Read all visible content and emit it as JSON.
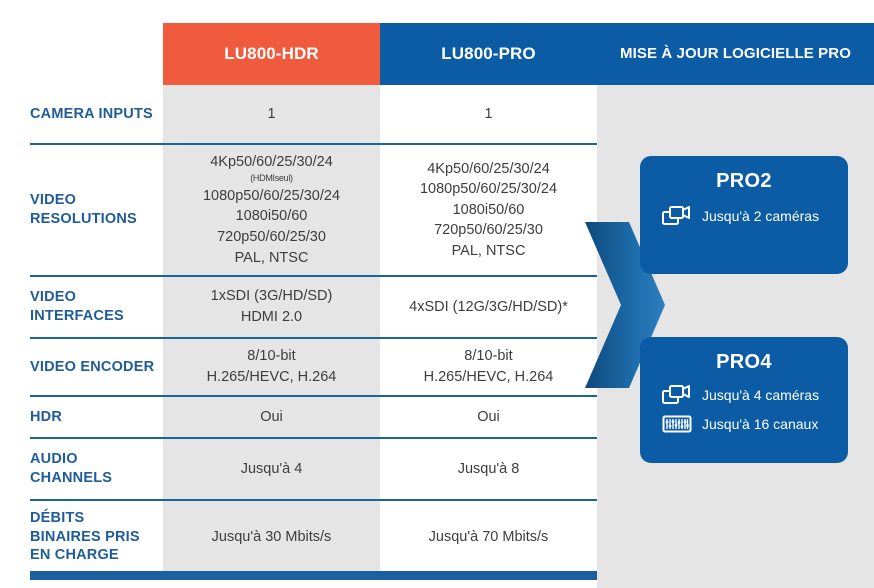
{
  "header": {
    "col_hdr": "LU800-HDR",
    "col_pro": "LU800-PRO",
    "col_upgrade": "MISE À JOUR LOGICIELLE PRO"
  },
  "colors": {
    "orange": "#ef5b3c",
    "blue": "#0b5ca5",
    "label_blue": "#1f5c99",
    "rule_blue": "#1a6499",
    "shade_gray": "#e5e5e5",
    "value_text": "#3d3d3d"
  },
  "rows": [
    {
      "label": "CAMERA INPUTS",
      "hdr": "1",
      "pro": "1"
    },
    {
      "label": "VIDEO RESOLUTIONS",
      "hdr_line1": "4Kp50/60/25/30/24",
      "hdr_sub": "(HDMIseul)",
      "hdr_rest": "1080p50/60/25/30/24\n1080i50/60\n720p50/60/25/30\nPAL, NTSC",
      "pro": "4Kp50/60/25/30/24\n1080p50/60/25/30/24\n1080i50/60\n720p50/60/25/30\nPAL, NTSC"
    },
    {
      "label": "VIDEO INTERFACES",
      "hdr": "1xSDI (3G/HD/SD)\nHDMI 2.0",
      "pro": "4xSDI (12G/3G/HD/SD)*"
    },
    {
      "label": "VIDEO ENCODER",
      "hdr": "8/10-bit\nH.265/HEVC, H.264",
      "pro": "8/10-bit\nH.265/HEVC, H.264"
    },
    {
      "label": "HDR",
      "hdr": "Oui",
      "pro": "Oui"
    },
    {
      "label": "AUDIO CHANNELS",
      "hdr": "Jusqu'à 4",
      "pro": "Jusqu'à 8"
    },
    {
      "label": "DÉBITS BINAIRES PRIS EN CHARGE",
      "hdr": "Jusqu'à 30 Mbits/s",
      "pro": "Jusqu'à 70 Mbits/s"
    }
  ],
  "cards": [
    {
      "title": "PRO2",
      "features": [
        {
          "icon": "camcorder-icon",
          "text": "Jusqu'à 2 caméras"
        }
      ]
    },
    {
      "title": "PRO4",
      "features": [
        {
          "icon": "camcorder-icon",
          "text": "Jusqu'à 4 caméras"
        },
        {
          "icon": "audio-mixer-icon",
          "text": "Jusqu'à 16 canaux"
        }
      ]
    }
  ]
}
